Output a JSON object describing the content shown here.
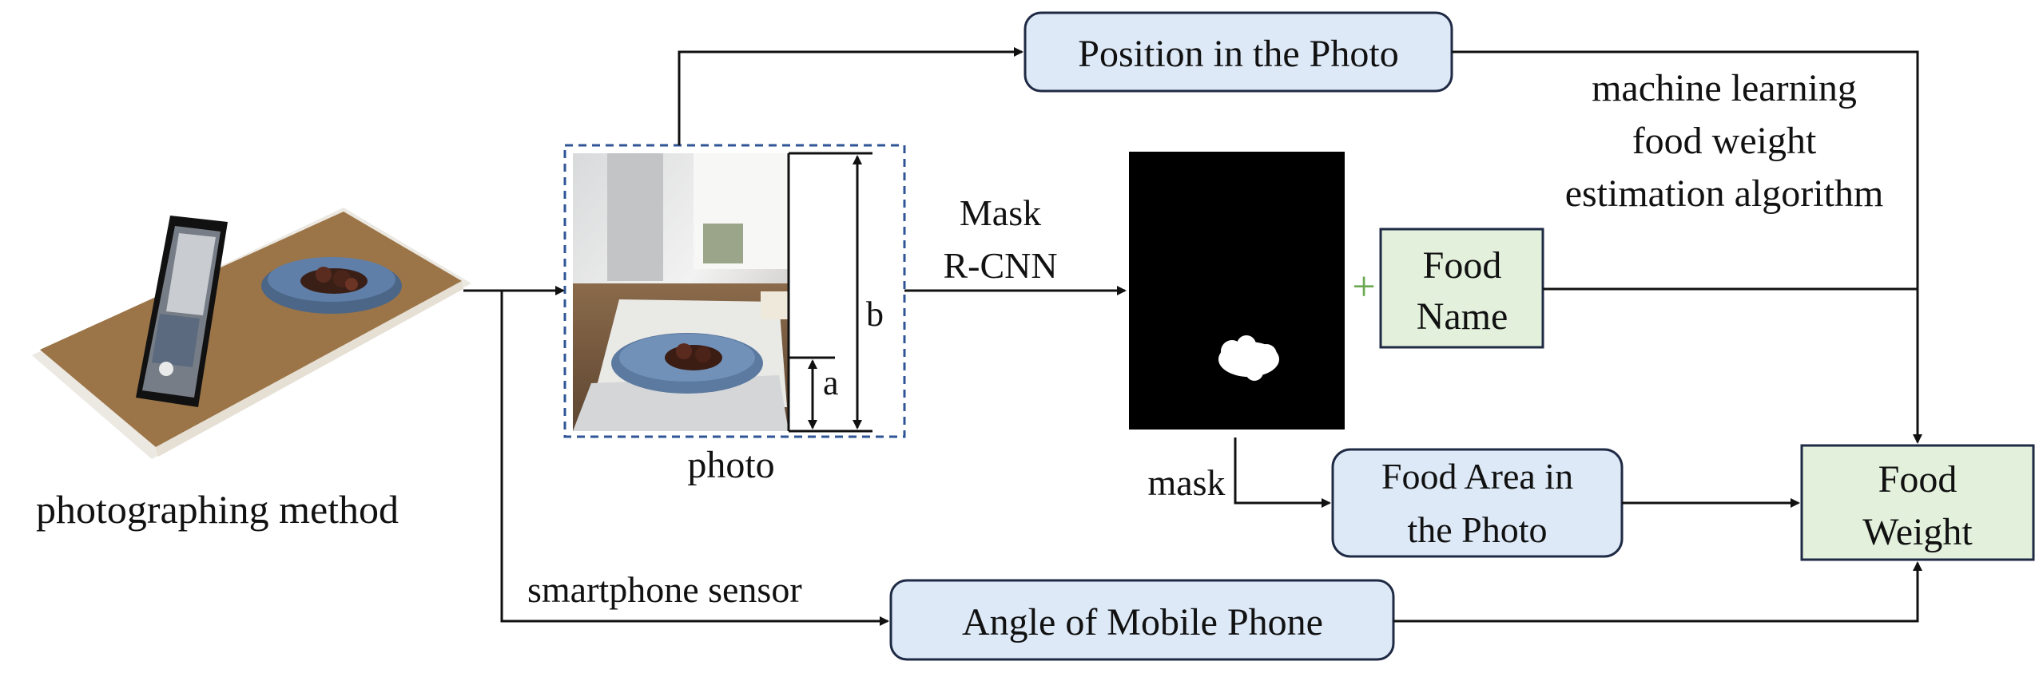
{
  "labels": {
    "photographing_method": "photographing method",
    "photo": "photo",
    "mask_rcnn_line1": "Mask",
    "mask_rcnn_line2": "R-CNN",
    "mask": "mask",
    "smartphone_sensor": "smartphone sensor",
    "dim_a": "a",
    "dim_b": "b",
    "plus": "+",
    "ml_line1": "machine learning",
    "ml_line2": "food weight",
    "ml_line3": "estimation algorithm"
  },
  "boxes": {
    "position": "Position in the Photo",
    "food_name_line1": "Food",
    "food_name_line2": "Name",
    "food_area_line1": "Food Area in",
    "food_area_line2": "the Photo",
    "angle": "Angle of Mobile Phone",
    "food_weight_line1": "Food",
    "food_weight_line2": "Weight"
  },
  "colors": {
    "blue_box": "#dde9f7",
    "green_box": "#e3f1dc",
    "plus": "#6aa84f",
    "photo_frame": "#2f5597"
  }
}
